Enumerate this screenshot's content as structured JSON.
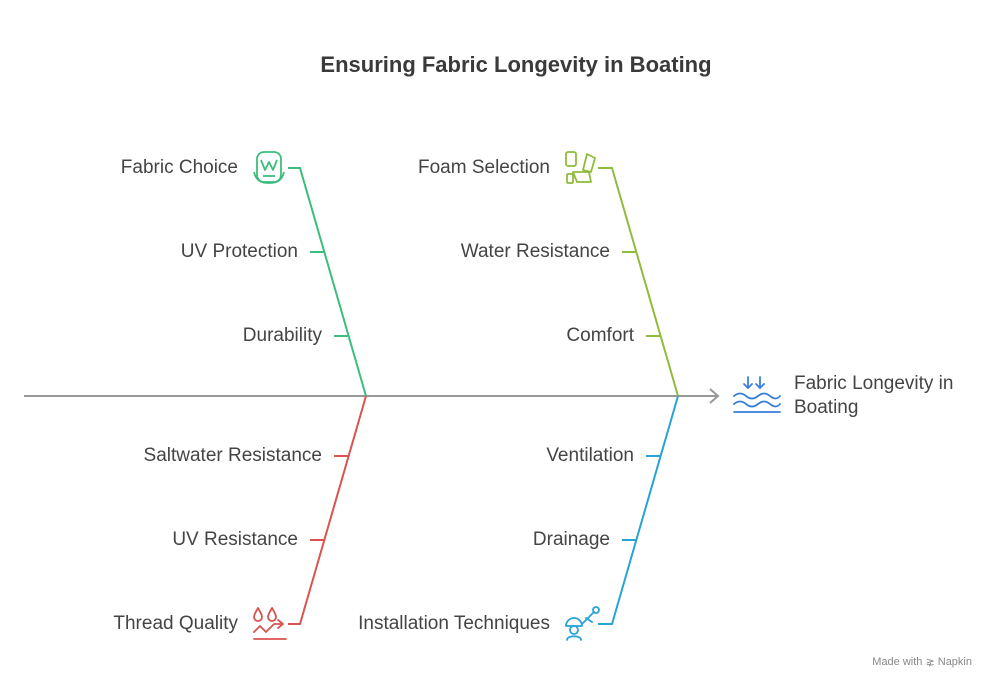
{
  "title": "Ensuring Fabric Longevity in Boating",
  "effect": {
    "line1": "Fabric Longevity in",
    "line2": "Boating"
  },
  "branches": {
    "top_left": {
      "color": "#3dbd7d",
      "items": [
        "Fabric Choice",
        "UV Protection",
        "Durability"
      ]
    },
    "top_right": {
      "color": "#8fbc3a",
      "items": [
        "Foam Selection",
        "Water Resistance",
        "Comfort"
      ]
    },
    "bottom_left": {
      "color": "#d9534f",
      "items": [
        "Saltwater Resistance",
        "UV Resistance",
        "Thread Quality"
      ]
    },
    "bottom_right": {
      "color": "#27a3d4",
      "items": [
        "Ventilation",
        "Drainage",
        "Installation Techniques"
      ]
    }
  },
  "spine_color": "#999999",
  "effect_icon_color": "#3b7fd9",
  "icons": {
    "fabric_choice": "car-seat-icon",
    "foam_selection": "seat-cushion-icon",
    "thread_quality": "water-drops-trend-icon",
    "installation_techniques": "worker-tool-icon",
    "effect": "water-waves-icon"
  },
  "footer": "Made with ⋧ Napkin"
}
